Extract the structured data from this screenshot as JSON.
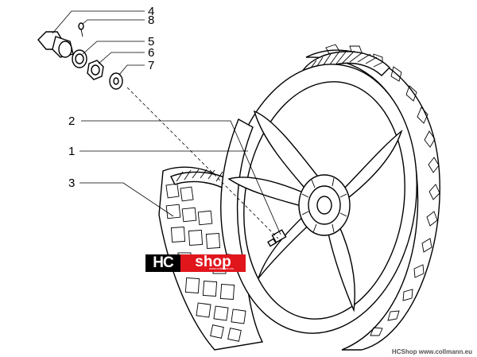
{
  "callouts": [
    {
      "id": "4",
      "label": "4"
    },
    {
      "id": "8",
      "label": "8"
    },
    {
      "id": "5",
      "label": "5"
    },
    {
      "id": "6",
      "label": "6"
    },
    {
      "id": "7",
      "label": "7"
    },
    {
      "id": "2",
      "label": "2"
    },
    {
      "id": "1",
      "label": "1"
    },
    {
      "id": "3",
      "label": "3"
    }
  ],
  "logo": {
    "part1": "HC",
    "part2": "shop",
    "tagline": "www.collmann.eu",
    "colors": {
      "dark": "#000000",
      "accent": "#e0161c"
    }
  },
  "footer": {
    "brand": "HCShop",
    "url": "www.collmann.eu"
  }
}
